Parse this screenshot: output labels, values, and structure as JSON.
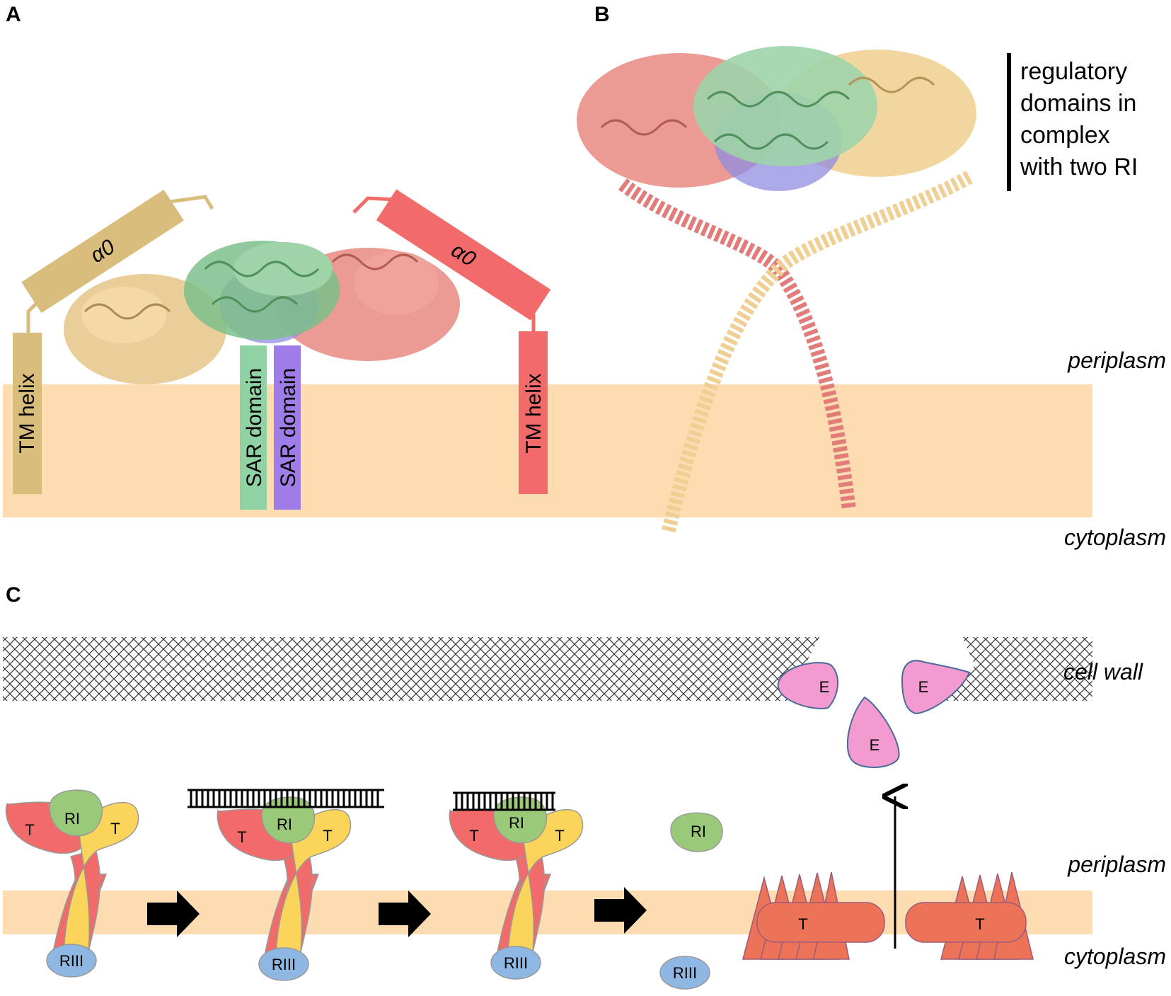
{
  "panels": {
    "a": "A",
    "b": "B",
    "c": "C"
  },
  "side_labels": {
    "periplasm_top": "periplasm",
    "cytoplasm_top": "cytoplasm",
    "cell_wall": "cell wall",
    "periplasm_bottom": "periplasm",
    "cytoplasm_bottom": "cytoplasm"
  },
  "panel_a": {
    "alpha0_left": "α0",
    "alpha0_right": "α0",
    "tm_helix_left": "TM helix",
    "tm_helix_right": "TM helix",
    "sar_green": "SAR domain",
    "sar_purple": "SAR domain"
  },
  "panel_b": {
    "note_lines": [
      "regulatory",
      "domains in",
      "complex",
      "with two RI"
    ]
  },
  "panel_c": {
    "T": "T",
    "RI": "RI",
    "RIII": "RIII",
    "E": "E"
  },
  "colors": {
    "membrane": "#fcdcb0",
    "tan": "#d9bd7c",
    "red": "#f26b6b",
    "green": "#8fd3a4",
    "purple": "#a07ce8",
    "yellow": "#fbd55a",
    "riGreen": "#9bc97a",
    "riiiBlue": "#8fb7e3",
    "pink": "#f39ad0",
    "orange": "#ec7357"
  }
}
